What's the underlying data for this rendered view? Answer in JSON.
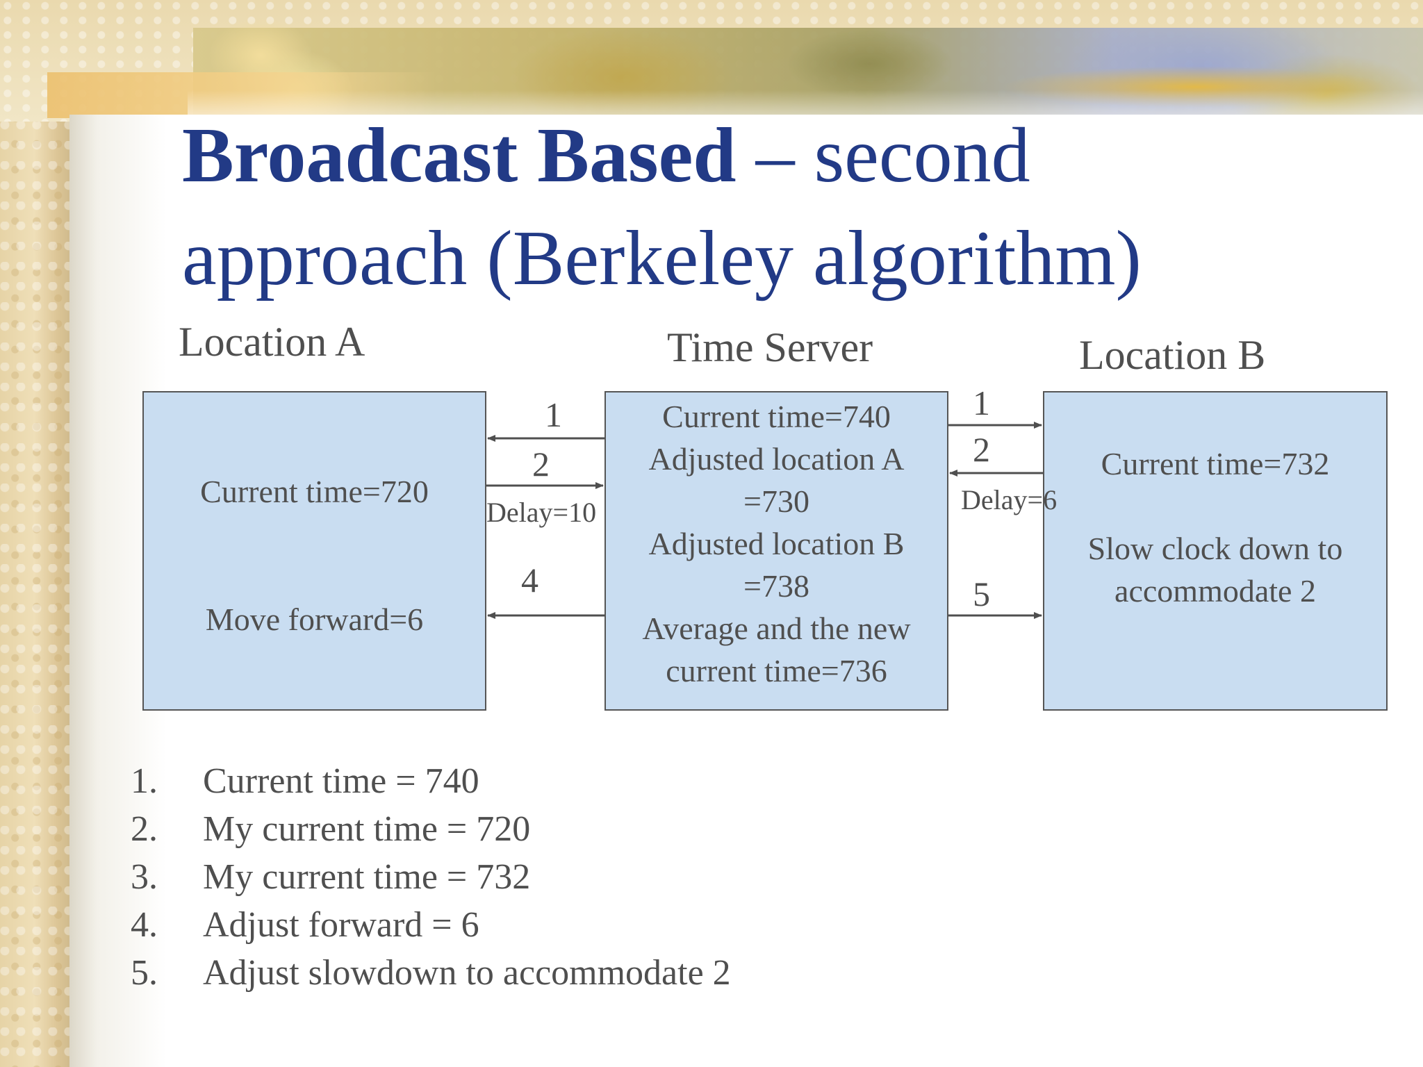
{
  "title": {
    "bold_part": "Broadcast Based",
    "rest_line1": " – second",
    "line2": "approach (Berkeley algorithm)"
  },
  "labels": {
    "location_a": "Location A",
    "time_server": "Time Server",
    "location_b": "Location B"
  },
  "boxes": {
    "location_a": {
      "current": "Current time=720",
      "move": "Move forward=6"
    },
    "time_server": {
      "lines": "Current time=740\nAdjusted location A\n=730\nAdjusted location B\n=738\nAverage and the new\ncurrent time=736"
    },
    "location_b": {
      "current": "Current time=732",
      "slow": "Slow clock down to\naccommodate 2"
    }
  },
  "arrows": {
    "a_1": "1",
    "a_2": "2",
    "a_4": "4",
    "b_1": "1",
    "b_2": "2",
    "b_5": "5",
    "delay_a": "Delay=10",
    "delay_b": "Delay=6"
  },
  "steps": [
    {
      "num": "1.",
      "text": "Current time = 740"
    },
    {
      "num": "2.",
      "text": "My current time = 720"
    },
    {
      "num": "3.",
      "text": "My current time = 732"
    },
    {
      "num": "4.",
      "text": "Adjust forward = 6"
    },
    {
      "num": "5.",
      "text": "Adjust slowdown to accommodate 2"
    }
  ],
  "colors": {
    "title": "#223a86",
    "body_text": "#4f4f4f",
    "box_fill": "#c9ddf1",
    "box_border": "#555555"
  }
}
